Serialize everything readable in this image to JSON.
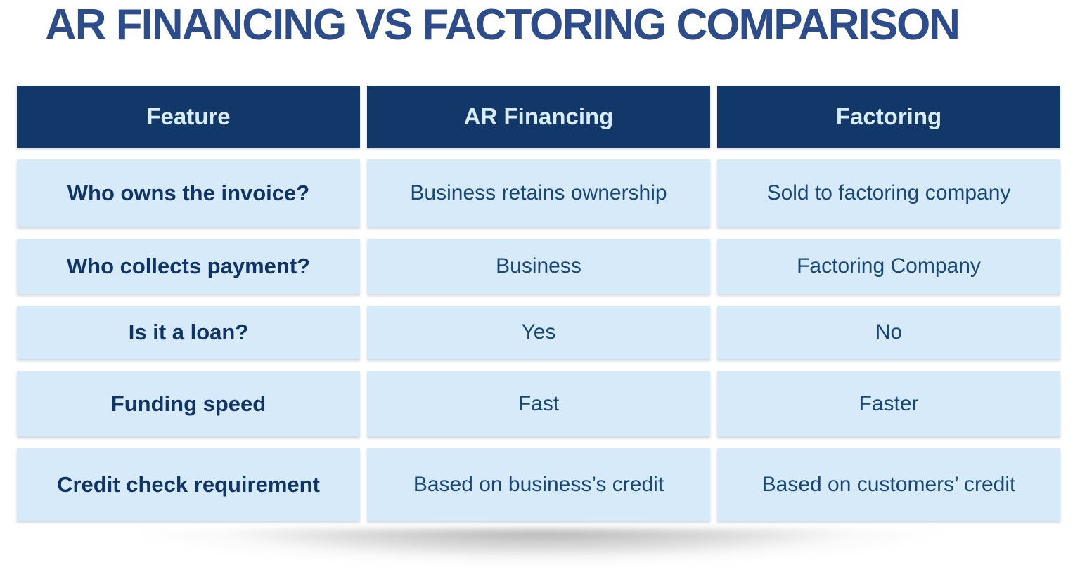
{
  "title": "AR FINANCING VS FACTORING COMPARISON",
  "colors": {
    "title_text": "#2d4c8b",
    "header_bg": "#123869",
    "header_text": "#d9ecfb",
    "cell_bg": "#d7eafa",
    "feature_text": "#0f3467",
    "value_text": "#17477a",
    "page_bg": "#ffffff"
  },
  "chart_data": {
    "type": "table",
    "title": "AR FINANCING VS FACTORING COMPARISON",
    "columns": [
      "Feature",
      "AR Financing",
      "Factoring"
    ],
    "rows": [
      [
        "Who owns the invoice?",
        "Business retains ownership",
        "Sold to factoring company"
      ],
      [
        "Who collects payment?",
        "Business",
        "Factoring Company"
      ],
      [
        "Is it a loan?",
        "Yes",
        "No"
      ],
      [
        "Funding speed",
        "Fast",
        "Faster"
      ],
      [
        "Credit check requirement",
        "Based on business’s credit",
        "Based on customers’ credit"
      ]
    ]
  }
}
